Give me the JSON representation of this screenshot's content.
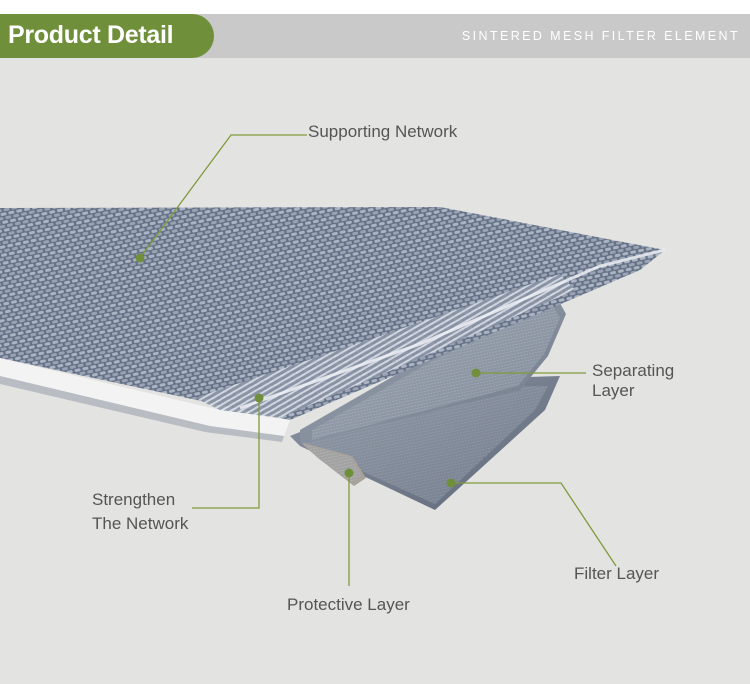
{
  "header": {
    "title": "Product Detail",
    "subtitle": "SINTERED MESH FILTER ELEMENT"
  },
  "colors": {
    "accent_green": "#6f8f3a",
    "header_bar": "#c9c9c9",
    "callout_line": "#7f9a3d",
    "label_text": "#555555"
  },
  "labels": {
    "supporting_network": "Supporting Network",
    "separating_layer_1": "Separating",
    "separating_layer_2": "Layer",
    "strengthen_network_1": "Strengthen",
    "strengthen_network_2": "The Network",
    "protective_layer": "Protective Layer",
    "filter_layer": "Filter Layer"
  }
}
